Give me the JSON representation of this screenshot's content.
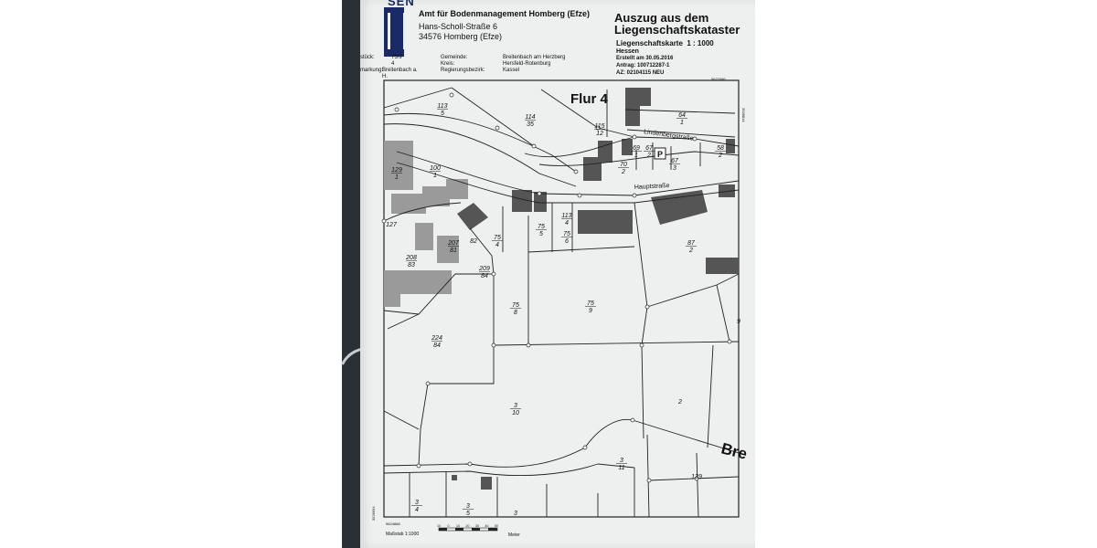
{
  "authority": {
    "name": "Amt für Bodenmanagement Homberg (Efze)",
    "street": "Hans-Scholl-Straße 6",
    "city": "34576 Homberg (Efze)",
    "logo_text": "SEN"
  },
  "document": {
    "title_line1": "Auszug aus dem",
    "title_line2": "Liegenschaftskataster",
    "map_type": "Liegenschaftskarte",
    "scale": "1 : 1000",
    "state": "Hessen",
    "created": "Erstellt am 30.05.2016",
    "request": "Antrag: 100712287-1",
    "az": "AZ: 02104115 NEU"
  },
  "info": {
    "label_flurstueck": "stück:",
    "flurstueck": "75/9",
    "flur": "4",
    "label_gemarkung": "markung:",
    "gemarkung_line1": "Breitenbach a.",
    "gemarkung_line2": "H.",
    "label_gemeinde": "Gemeinde:",
    "gemeinde": "Breitenbach am Herzberg",
    "label_kreis": "Kreis:",
    "kreis": "Hersfeld-Rotenburg",
    "label_bezirk": "Regierungsbezirk:",
    "bezirk": "Kassel"
  },
  "map": {
    "flur_label": "Flur 4",
    "streets": {
      "lindenberg": "Lindenbergstraße",
      "haupt": "Hauptstraße",
      "bre": "Bre"
    },
    "parking": "P",
    "parcels": [
      {
        "num": "113",
        "den": "5"
      },
      {
        "num": "114",
        "den": "35"
      },
      {
        "num": "115",
        "den": "12"
      },
      {
        "num": "64",
        "den": "1"
      },
      {
        "num": "69",
        "den": "1"
      },
      {
        "num": "67",
        "den": "2"
      },
      {
        "num": "58",
        "den": "2"
      },
      {
        "num": "70",
        "den": "2"
      },
      {
        "num": "67",
        "den": "3"
      },
      {
        "num": "129",
        "den": "1"
      },
      {
        "num": "100",
        "den": "1"
      },
      {
        "num": "127",
        "den": ""
      },
      {
        "num": "113",
        "den": "4"
      },
      {
        "num": "75",
        "den": "5"
      },
      {
        "num": "75",
        "den": "6"
      },
      {
        "num": "75",
        "den": "4"
      },
      {
        "num": "82",
        "den": ""
      },
      {
        "num": "207",
        "den": "81"
      },
      {
        "num": "208",
        "den": "83"
      },
      {
        "num": "209",
        "den": "84"
      },
      {
        "num": "87",
        "den": "2"
      },
      {
        "num": "75",
        "den": "8"
      },
      {
        "num": "75",
        "den": "9"
      },
      {
        "num": "224",
        "den": "84"
      },
      {
        "num": "3",
        "den": "10"
      },
      {
        "num": "2",
        "den": ""
      },
      {
        "num": "3",
        "den": "11"
      },
      {
        "num": "139",
        "den": ""
      },
      {
        "num": "3",
        "den": "4"
      },
      {
        "num": "3",
        "den": "5"
      },
      {
        "num": "3",
        "den": ""
      },
      {
        "num": "9",
        "den": ""
      }
    ],
    "coord_top": "5622086",
    "coord_right": "3528814",
    "coord_left": "3526694",
    "coord_bottom": "5624868"
  },
  "footer": {
    "scale_label": "Maßstab 1:1000",
    "scale_ticks": [
      "10",
      "0",
      "10",
      "20",
      "30",
      "40",
      "50"
    ],
    "unit": "Meter"
  },
  "colors": {
    "paper": "#eef0ef",
    "building": "#555555",
    "building_light": "#9a9a9a",
    "line": "#222222",
    "binder": "#2b2f36",
    "logo": "#1a2a66"
  }
}
